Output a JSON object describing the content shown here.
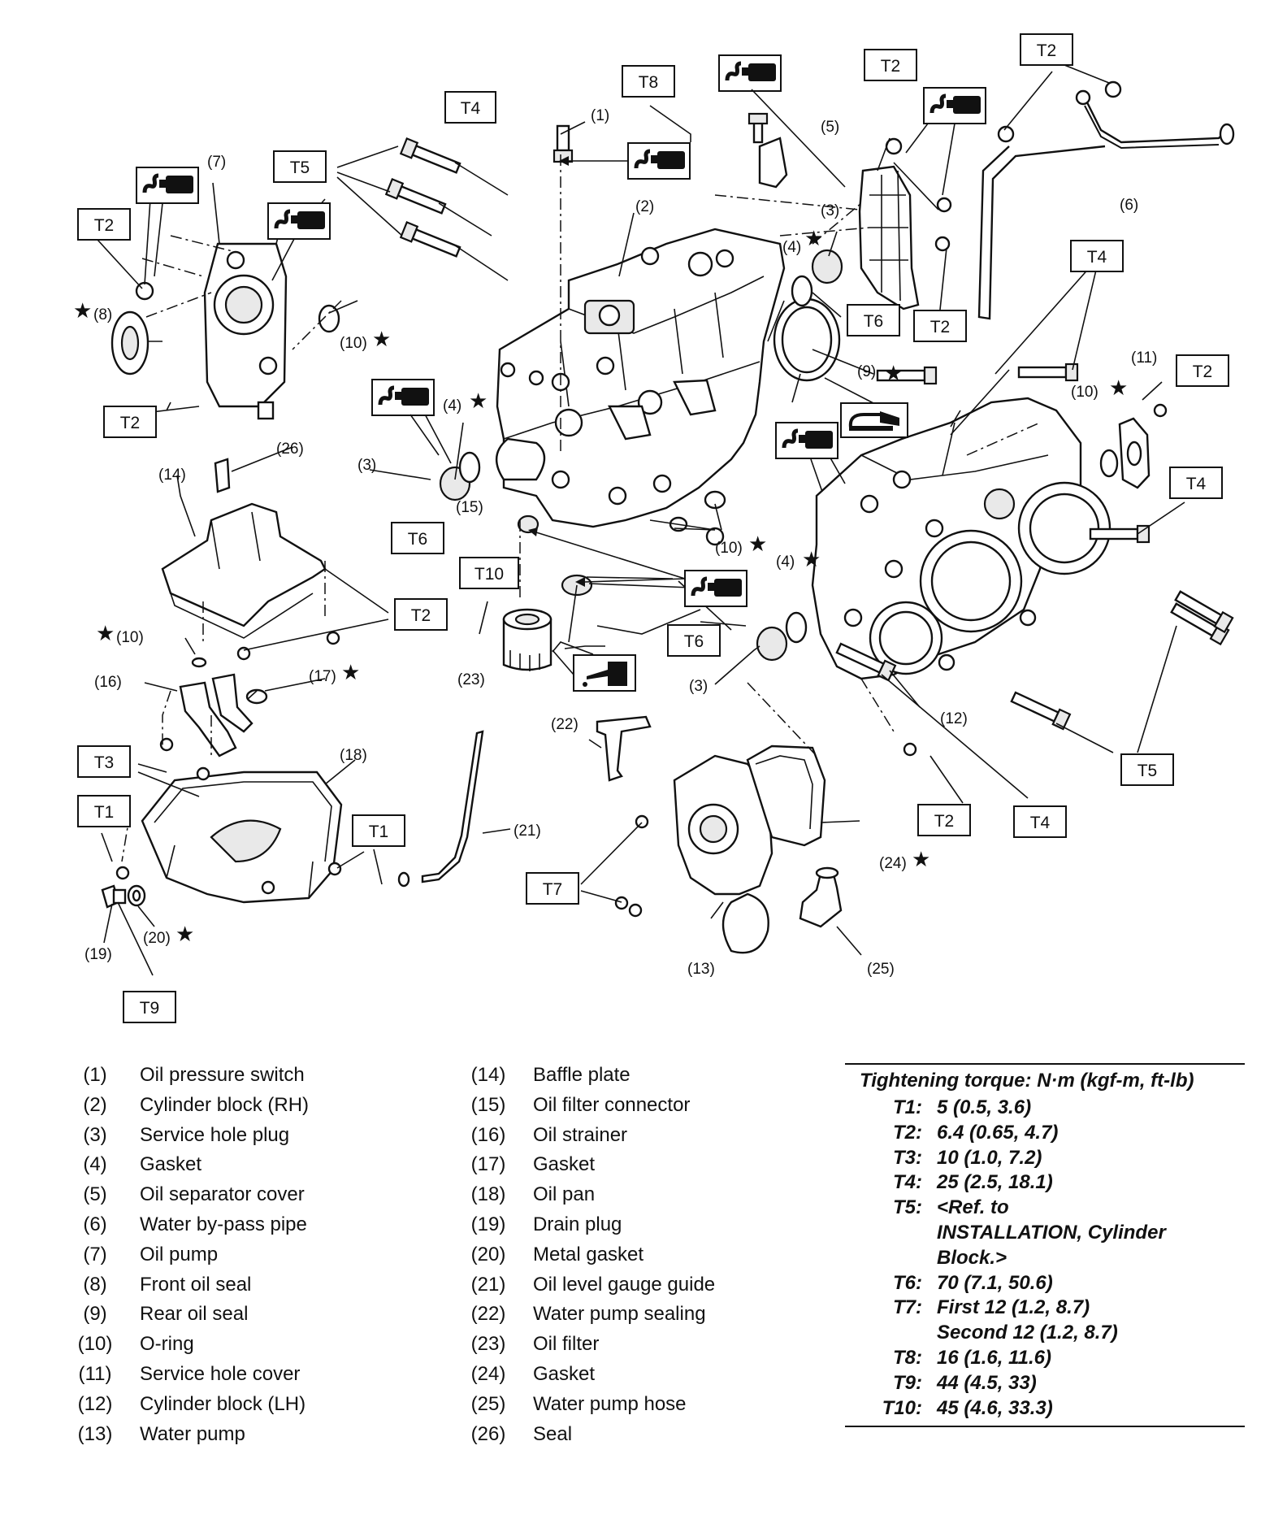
{
  "callouts": {
    "c1": "(1)",
    "c2": "(2)",
    "c3": "(3)",
    "c4": "(4)",
    "c5": "(5)",
    "c6": "(6)",
    "c7": "(7)",
    "c8": "(8)",
    "c9": "(9)",
    "c10": "(10)",
    "c11": "(11)",
    "c12": "(12)",
    "c13": "(13)",
    "c14": "(14)",
    "c15": "(15)",
    "c16": "(16)",
    "c17": "(17)",
    "c18": "(18)",
    "c19": "(19)",
    "c20": "(20)",
    "c21": "(21)",
    "c22": "(22)",
    "c23": "(23)",
    "c24": "(24)",
    "c25": "(25)",
    "c26": "(26)",
    "star": "★"
  },
  "torque_labels": {
    "T1": "T1",
    "T2": "T2",
    "T3": "T3",
    "T4": "T4",
    "T5": "T5",
    "T6": "T6",
    "T7": "T7",
    "T8": "T8",
    "T9": "T9",
    "T10": "T10"
  },
  "legend_left": [
    {
      "num": "(1)",
      "name": "Oil pressure switch"
    },
    {
      "num": "(2)",
      "name": "Cylinder block (RH)"
    },
    {
      "num": "(3)",
      "name": "Service hole plug"
    },
    {
      "num": "(4)",
      "name": "Gasket"
    },
    {
      "num": "(5)",
      "name": "Oil separator cover"
    },
    {
      "num": "(6)",
      "name": "Water by-pass pipe"
    },
    {
      "num": "(7)",
      "name": "Oil pump"
    },
    {
      "num": "(8)",
      "name": "Front oil seal"
    },
    {
      "num": "(9)",
      "name": "Rear oil seal"
    },
    {
      "num": "(10)",
      "name": "O-ring"
    },
    {
      "num": "(11)",
      "name": "Service hole cover"
    },
    {
      "num": "(12)",
      "name": "Cylinder block (LH)"
    },
    {
      "num": "(13)",
      "name": "Water pump"
    }
  ],
  "legend_right": [
    {
      "num": "(14)",
      "name": "Baffle plate"
    },
    {
      "num": "(15)",
      "name": "Oil filter connector"
    },
    {
      "num": "(16)",
      "name": "Oil strainer"
    },
    {
      "num": "(17)",
      "name": "Gasket"
    },
    {
      "num": "(18)",
      "name": "Oil pan"
    },
    {
      "num": "(19)",
      "name": "Drain plug"
    },
    {
      "num": "(20)",
      "name": "Metal gasket"
    },
    {
      "num": "(21)",
      "name": "Oil level gauge guide"
    },
    {
      "num": "(22)",
      "name": "Water pump sealing"
    },
    {
      "num": "(23)",
      "name": "Oil filter"
    },
    {
      "num": "(24)",
      "name": "Gasket"
    },
    {
      "num": "(25)",
      "name": "Water pump hose"
    },
    {
      "num": "(26)",
      "name": "Seal"
    }
  ],
  "torque": {
    "title": "Tightening torque: N·m (kgf-m, ft-lb)",
    "rows": [
      {
        "key": "T1:",
        "lines": [
          "5 (0.5, 3.6)"
        ]
      },
      {
        "key": "T2:",
        "lines": [
          "6.4 (0.65, 4.7)"
        ]
      },
      {
        "key": "T3:",
        "lines": [
          "10 (1.0, 7.2)"
        ]
      },
      {
        "key": "T4:",
        "lines": [
          "25 (2.5, 18.1)"
        ]
      },
      {
        "key": "T5:",
        "lines": [
          "<Ref. to",
          "INSTALLATION, Cylinder",
          "Block.>"
        ]
      },
      {
        "key": "T6:",
        "lines": [
          "70 (7.1, 50.6)"
        ]
      },
      {
        "key": "T7:",
        "lines": [
          "First 12 (1.2, 8.7)",
          "Second 12 (1.2, 8.7)"
        ]
      },
      {
        "key": "T8:",
        "lines": [
          "16 (1.6, 11.6)"
        ]
      },
      {
        "key": "T9:",
        "lines": [
          "44 (4.5, 33)"
        ]
      },
      {
        "key": "T10:",
        "lines": [
          "45 (4.6, 33.3)"
        ]
      }
    ]
  },
  "icons": {
    "sealant": "sealant-tube-icon",
    "grease": "grease-applicator-icon",
    "oil": "engine-oil-can-icon"
  }
}
